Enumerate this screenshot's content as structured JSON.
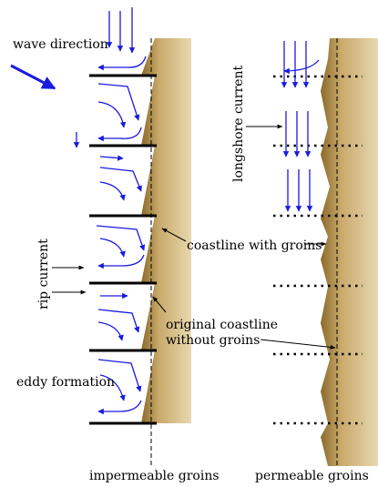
{
  "labels": {
    "wave_direction": "wave direction",
    "longshore_current": "longshore current",
    "rip_current": "rip current",
    "coastline_with_groins": "coastline with groins",
    "original_coastline_line1": "original coastline",
    "original_coastline_line2": "without groins",
    "eddy_formation": "eddy formation",
    "impermeable_groins": "impermeable groins",
    "permeable_groins": "permeable groins"
  },
  "colors": {
    "sand": "#c9a96b",
    "sand_dark": "#8a6a2a",
    "water_arrow": "#1a1adf",
    "groin": "#000000"
  }
}
